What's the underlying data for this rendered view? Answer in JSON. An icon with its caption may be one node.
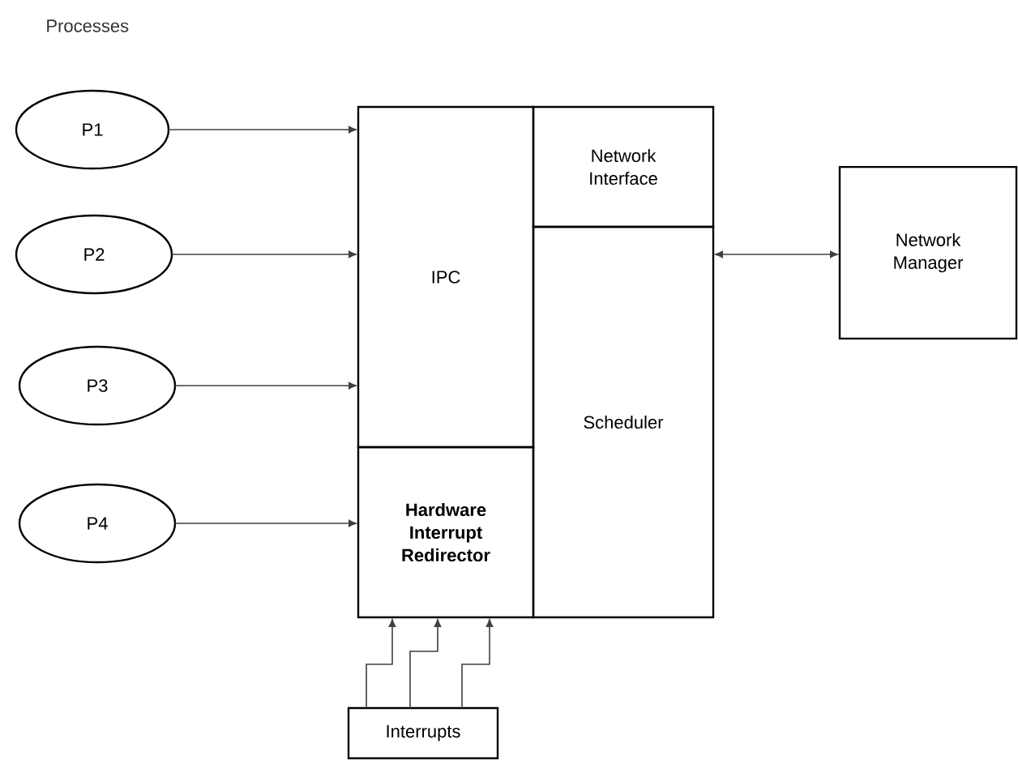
{
  "diagram": {
    "nodes": [
      {
        "text": [
          "P1"
        ]
      },
      {
        "text": [
          "P2"
        ]
      },
      {
        "text": [
          "P3"
        ]
      },
      {
        "text": [
          "P4"
        ]
      },
      {
        "text": [
          "IPC"
        ]
      },
      {
        "text": [
          "Hardware Interrupt Redirector"
        ]
      },
      {
        "text": [
          "Network Interface"
        ]
      },
      {
        "text": [
          "Scheduler"
        ]
      },
      {
        "text": [
          "Network Manager"
        ]
      },
      {
        "text": [
          "Interrupts"
        ]
      }
    ],
    "edges": [
      {
        "from": 0,
        "to": 4,
        "arrow": "to"
      },
      {
        "from": 1,
        "to": 4,
        "arrow": "to"
      },
      {
        "from": 2,
        "to": 4,
        "arrow": "to"
      },
      {
        "from": 3,
        "to": 5,
        "arrow": "to"
      },
      {
        "from": 7,
        "to": 8,
        "arrow": "both"
      },
      {
        "from": 9,
        "to": 5,
        "arrow": "to"
      },
      {
        "from": 9,
        "to": 5,
        "arrow": "to"
      },
      {
        "from": 9,
        "to": 5,
        "arrow": "to"
      }
    ],
    "labels": [
      "Processes"
    ]
  }
}
